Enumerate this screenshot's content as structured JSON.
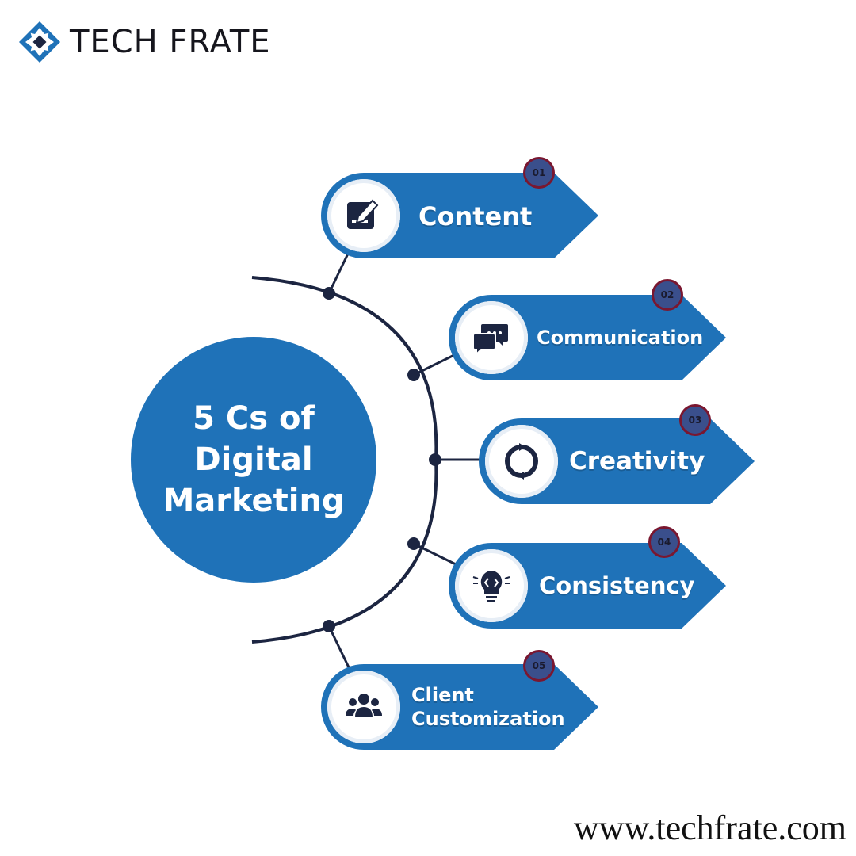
{
  "brand": {
    "name": "TECH FRATE"
  },
  "center": {
    "title": "5 Cs of Digital Marketing"
  },
  "items": [
    {
      "number": "01",
      "label": "Content",
      "icon": "edit-document-icon"
    },
    {
      "number": "02",
      "label": "Communication",
      "icon": "chat-bubbles-icon"
    },
    {
      "number": "03",
      "label": "Creativity",
      "icon": "refresh-cycle-icon"
    },
    {
      "number": "04",
      "label": "Consistency",
      "icon": "lightbulb-code-icon"
    },
    {
      "number": "05",
      "label": "Client Customization",
      "icon": "users-group-icon"
    }
  ],
  "website": "www.techfrate.com",
  "colors": {
    "primary_blue": "#1f72b8",
    "dark_navy": "#1c2541",
    "accent_red": "#7a1730"
  }
}
